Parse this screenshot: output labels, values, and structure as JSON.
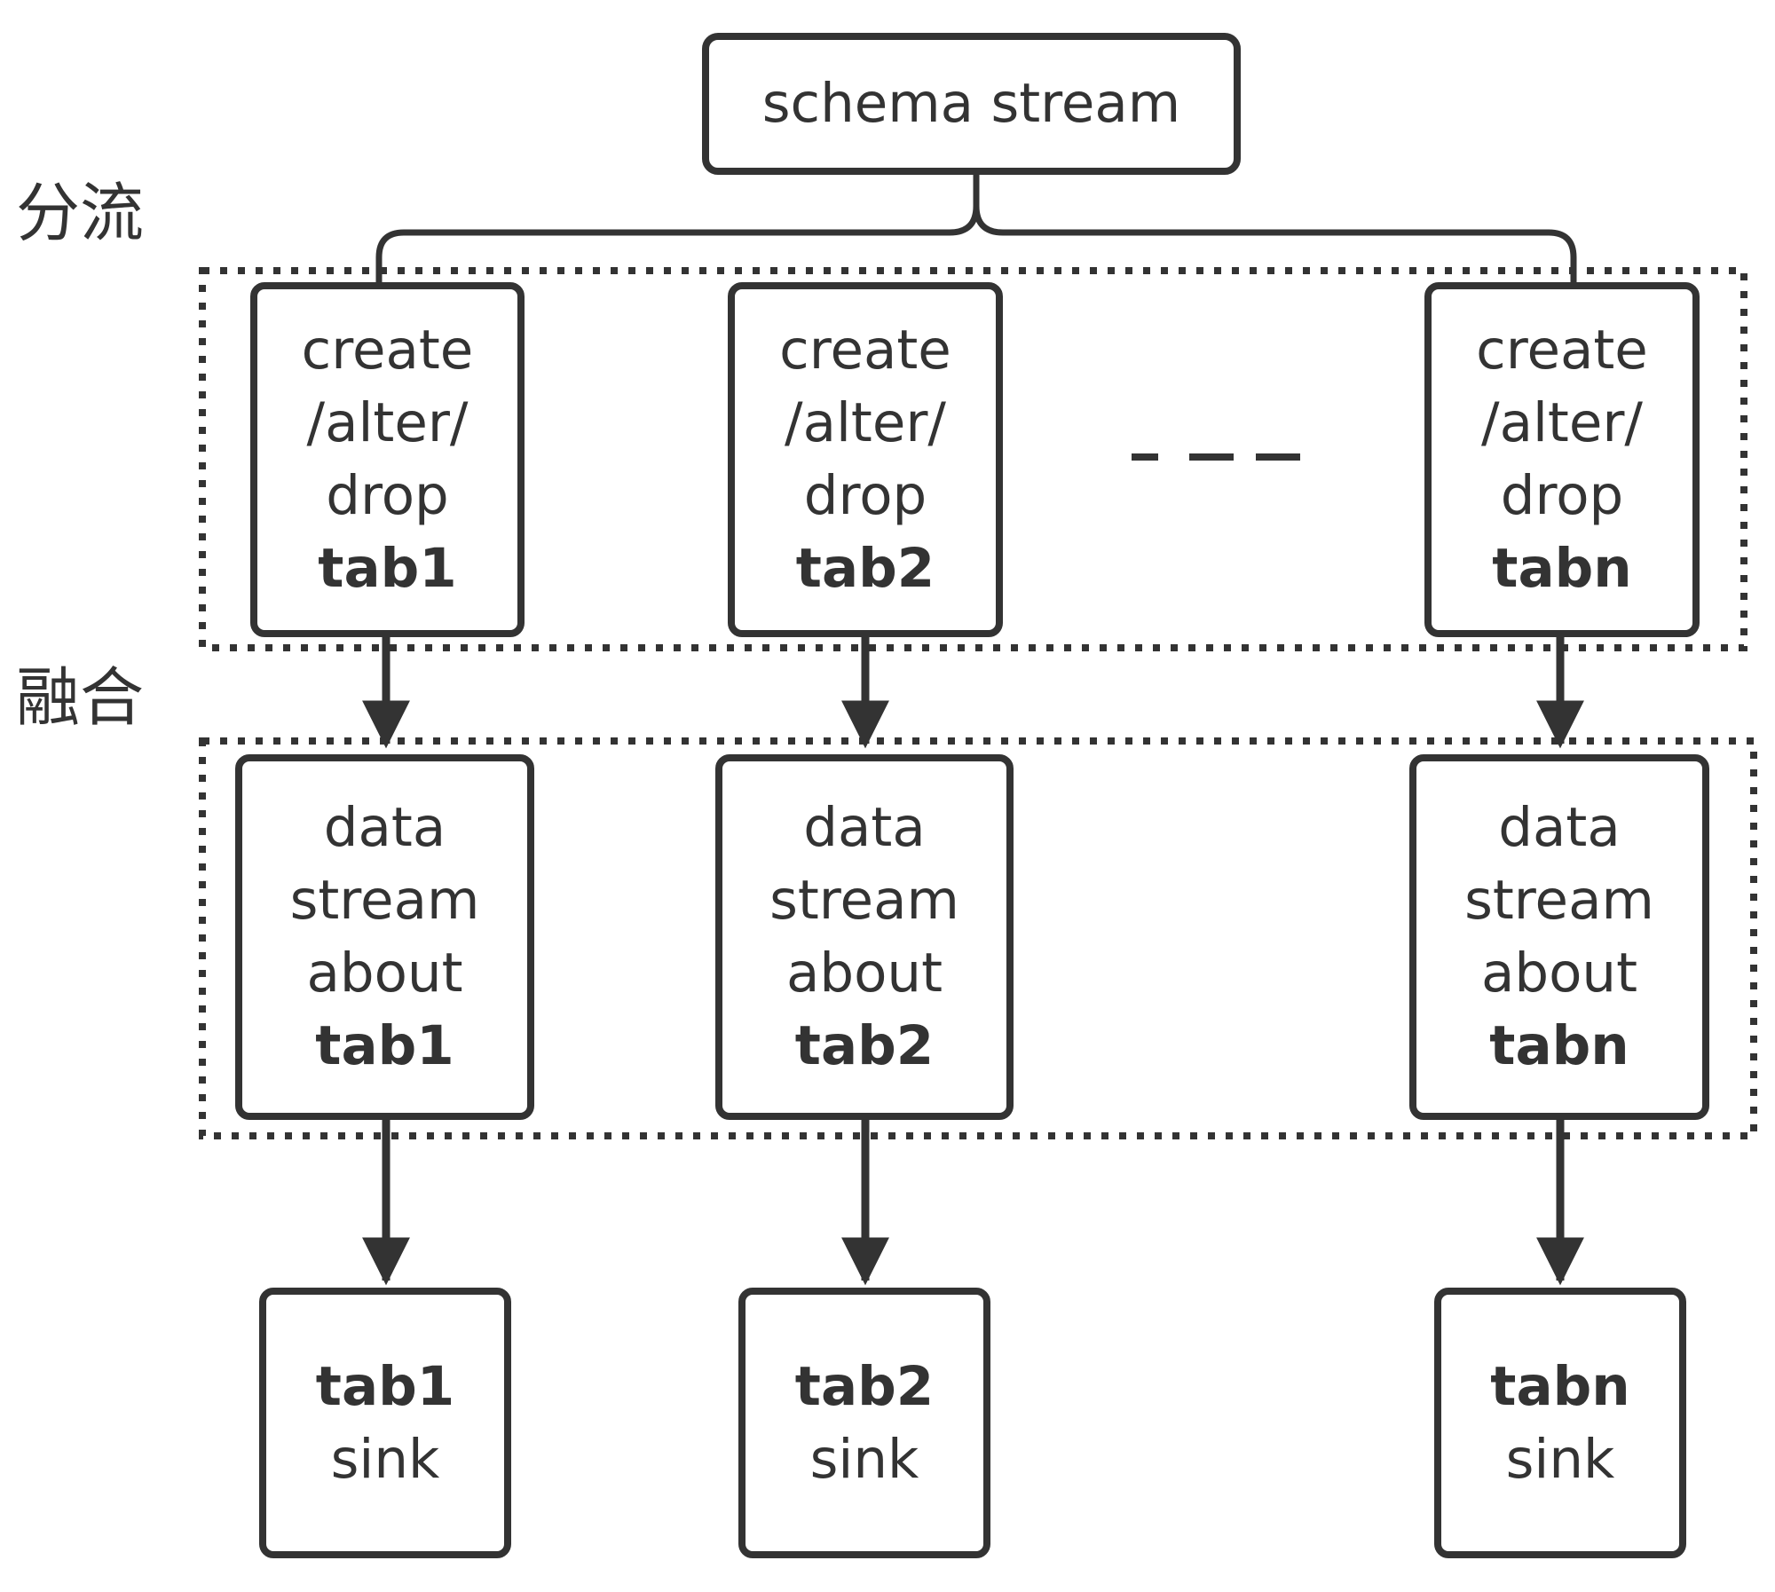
{
  "diagram": {
    "colors": {
      "stroke": "#333333",
      "background": "#ffffff",
      "text": "#333333"
    },
    "labels": {
      "split": "分流",
      "merge": "融合"
    },
    "root": {
      "text": "schema stream"
    },
    "ddl_nodes": [
      {
        "line1": "create",
        "line2": "/alter/",
        "line3": "drop",
        "table": "tab1"
      },
      {
        "line1": "create",
        "line2": "/alter/",
        "line3": "drop",
        "table": "tab2"
      },
      {
        "line1": "create",
        "line2": "/alter/",
        "line3": "drop",
        "table": "tabn"
      }
    ],
    "data_nodes": [
      {
        "line1": "data",
        "line2": "stream",
        "line3": "about",
        "table": "tab1"
      },
      {
        "line1": "data",
        "line2": "stream",
        "line3": "about",
        "table": "tab2"
      },
      {
        "line1": "data",
        "line2": "stream",
        "line3": "about",
        "table": "tabn"
      }
    ],
    "sink_nodes": [
      {
        "table": "tab1",
        "suffix": "sink"
      },
      {
        "table": "tab2",
        "suffix": "sink"
      },
      {
        "table": "tabn",
        "suffix": "sink"
      }
    ],
    "edges": [
      {
        "from": "schema stream",
        "to": "create/alter/drop tab1"
      },
      {
        "from": "schema stream",
        "to": "create/alter/drop tabn"
      },
      {
        "from": "create/alter/drop tab1",
        "to": "data stream about tab1"
      },
      {
        "from": "create/alter/drop tab2",
        "to": "data stream about tab2"
      },
      {
        "from": "create/alter/drop tabn",
        "to": "data stream about tabn"
      },
      {
        "from": "data stream about tab1",
        "to": "tab1 sink"
      },
      {
        "from": "data stream about tab2",
        "to": "tab2 sink"
      },
      {
        "from": "data stream about tabn",
        "to": "tabn sink"
      }
    ]
  }
}
